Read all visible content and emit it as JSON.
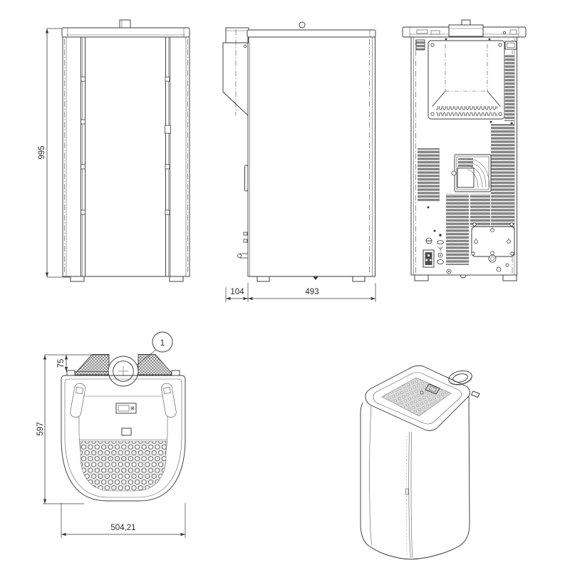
{
  "dimensions": {
    "front_height": "995",
    "side_rear_depth": "104",
    "side_body_depth": "493",
    "top_flue_offset": "75",
    "top_depth": "597",
    "top_width": "504,21"
  },
  "callout": {
    "number": "1"
  },
  "colors": {
    "line": "#3a3a3a",
    "background": "#ffffff",
    "vent_fill": "#8c8c8c",
    "hole_area": "#ececec"
  }
}
